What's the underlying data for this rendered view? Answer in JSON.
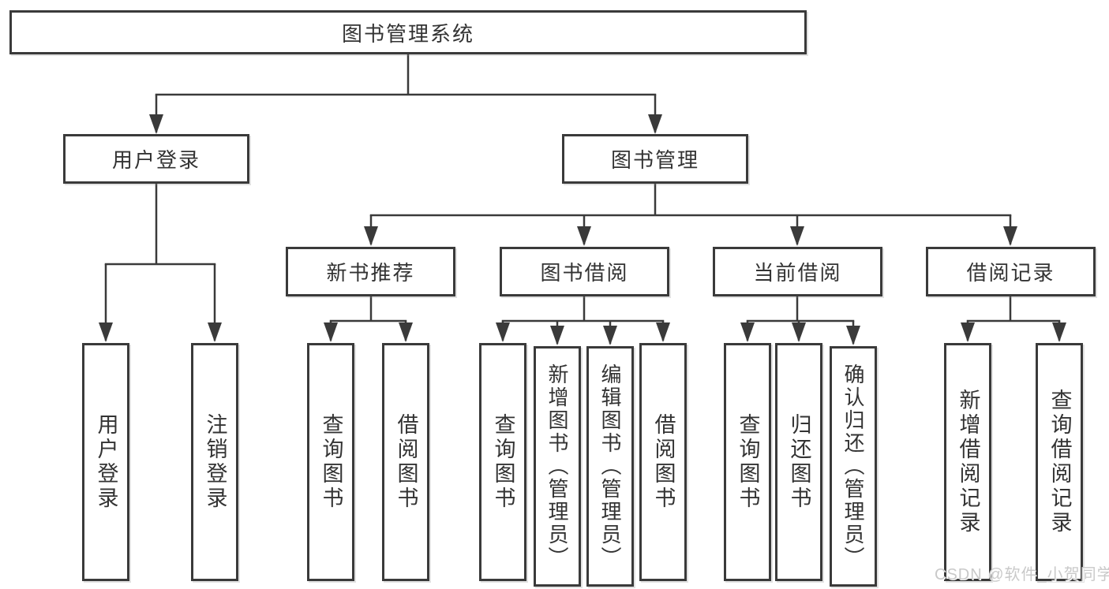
{
  "diagram": {
    "root": {
      "label": "图书管理系统"
    },
    "branches": [
      {
        "label": "用户登录",
        "children": [
          {
            "label": "用户登录"
          },
          {
            "label": "注销登录"
          }
        ]
      },
      {
        "label": "图书管理",
        "children": [
          {
            "label": "新书推荐",
            "children": [
              {
                "label": "查询图书"
              },
              {
                "label": "借阅图书"
              }
            ]
          },
          {
            "label": "图书借阅",
            "children": [
              {
                "label": "查询图书"
              },
              {
                "label": "新增图书（管理员）"
              },
              {
                "label": "编辑图书（管理员）"
              },
              {
                "label": "借阅图书"
              }
            ]
          },
          {
            "label": "当前借阅",
            "children": [
              {
                "label": "查询图书"
              },
              {
                "label": "归还图书"
              },
              {
                "label": "确认归还（管理员）"
              }
            ]
          },
          {
            "label": "借阅记录",
            "children": [
              {
                "label": "新增借阅记录"
              },
              {
                "label": "查询借阅记录"
              }
            ]
          }
        ]
      }
    ]
  },
  "watermark": {
    "text": "CSDN @软件_小贺同学",
    "color": "#c9c9c9"
  },
  "colors": {
    "line": "#3a3a3a",
    "text": "#333333",
    "background": "#ffffff"
  }
}
